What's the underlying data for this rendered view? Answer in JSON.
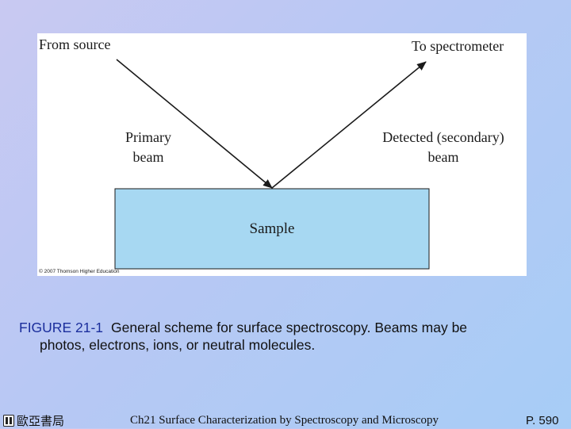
{
  "figure": {
    "labels": {
      "source": "From source",
      "spectrometer": "To spectrometer",
      "primary_line1": "Primary",
      "primary_line2": "beam",
      "detected_line1": "Detected (secondary)",
      "detected_line2": "beam",
      "sample": "Sample"
    },
    "copyright": "© 2007 Thomson Higher Education",
    "colors": {
      "sample_fill": "#a7d8f2",
      "line": "#1a1a1a"
    }
  },
  "caption": {
    "label": "FIGURE 21-1",
    "line1": "General scheme for surface spectroscopy. Beams may be",
    "line2": "photos, electrons, ions, or neutral molecules."
  },
  "footer": {
    "publisher": "歐亞書局",
    "title": "Ch21 Surface Characterization by Spectroscopy and Microscopy",
    "page": "P. 590"
  }
}
